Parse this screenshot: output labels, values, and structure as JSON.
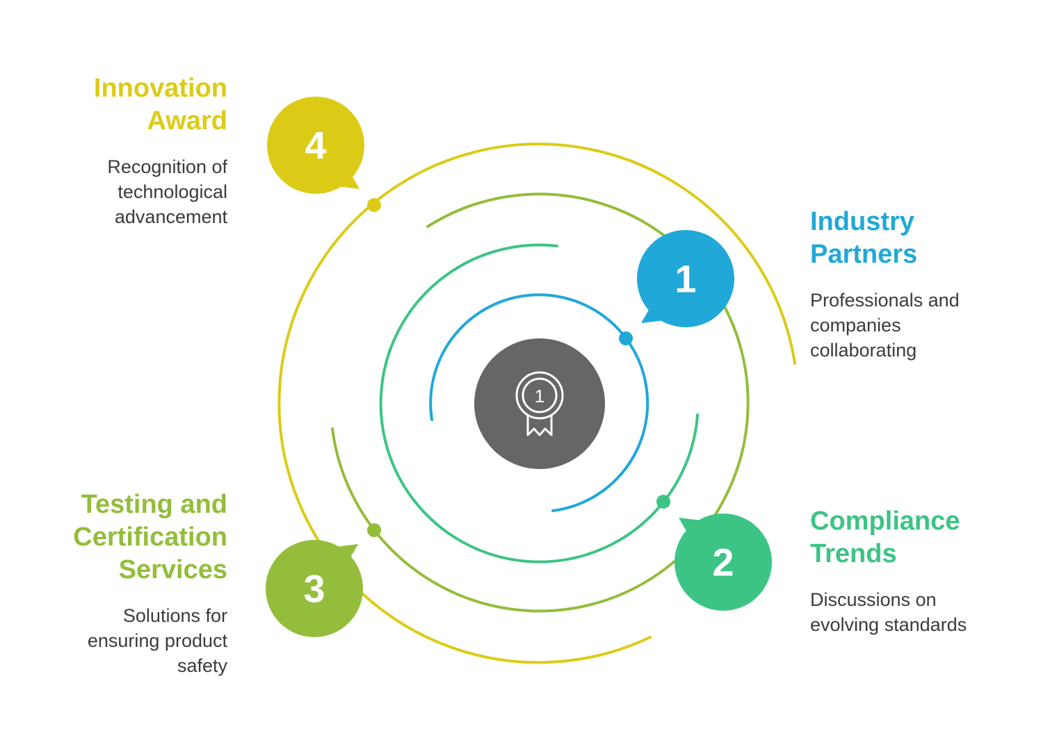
{
  "colors": {
    "step1": "#1fa8d8",
    "step2": "#3cc484",
    "step3": "#93bd3a",
    "step4": "#dccb16",
    "center": "#666666",
    "text": "#3b3b3b"
  },
  "center": {
    "icon": "award-ribbon-icon",
    "icon_text": "1"
  },
  "steps": [
    {
      "number": "1",
      "title_lines": [
        "Industry",
        "Partners"
      ],
      "desc_lines": [
        "Professionals and",
        "companies",
        "collaborating"
      ]
    },
    {
      "number": "2",
      "title_lines": [
        "Compliance",
        "Trends"
      ],
      "desc_lines": [
        "Discussions on",
        "evolving standards"
      ]
    },
    {
      "number": "3",
      "title_lines": [
        "Testing and",
        "Certification",
        "Services"
      ],
      "desc_lines": [
        "Solutions for",
        "ensuring product",
        "safety"
      ]
    },
    {
      "number": "4",
      "title_lines": [
        "Innovation",
        "Award"
      ],
      "desc_lines": [
        "Recognition of",
        "technological",
        "advancement"
      ]
    }
  ]
}
